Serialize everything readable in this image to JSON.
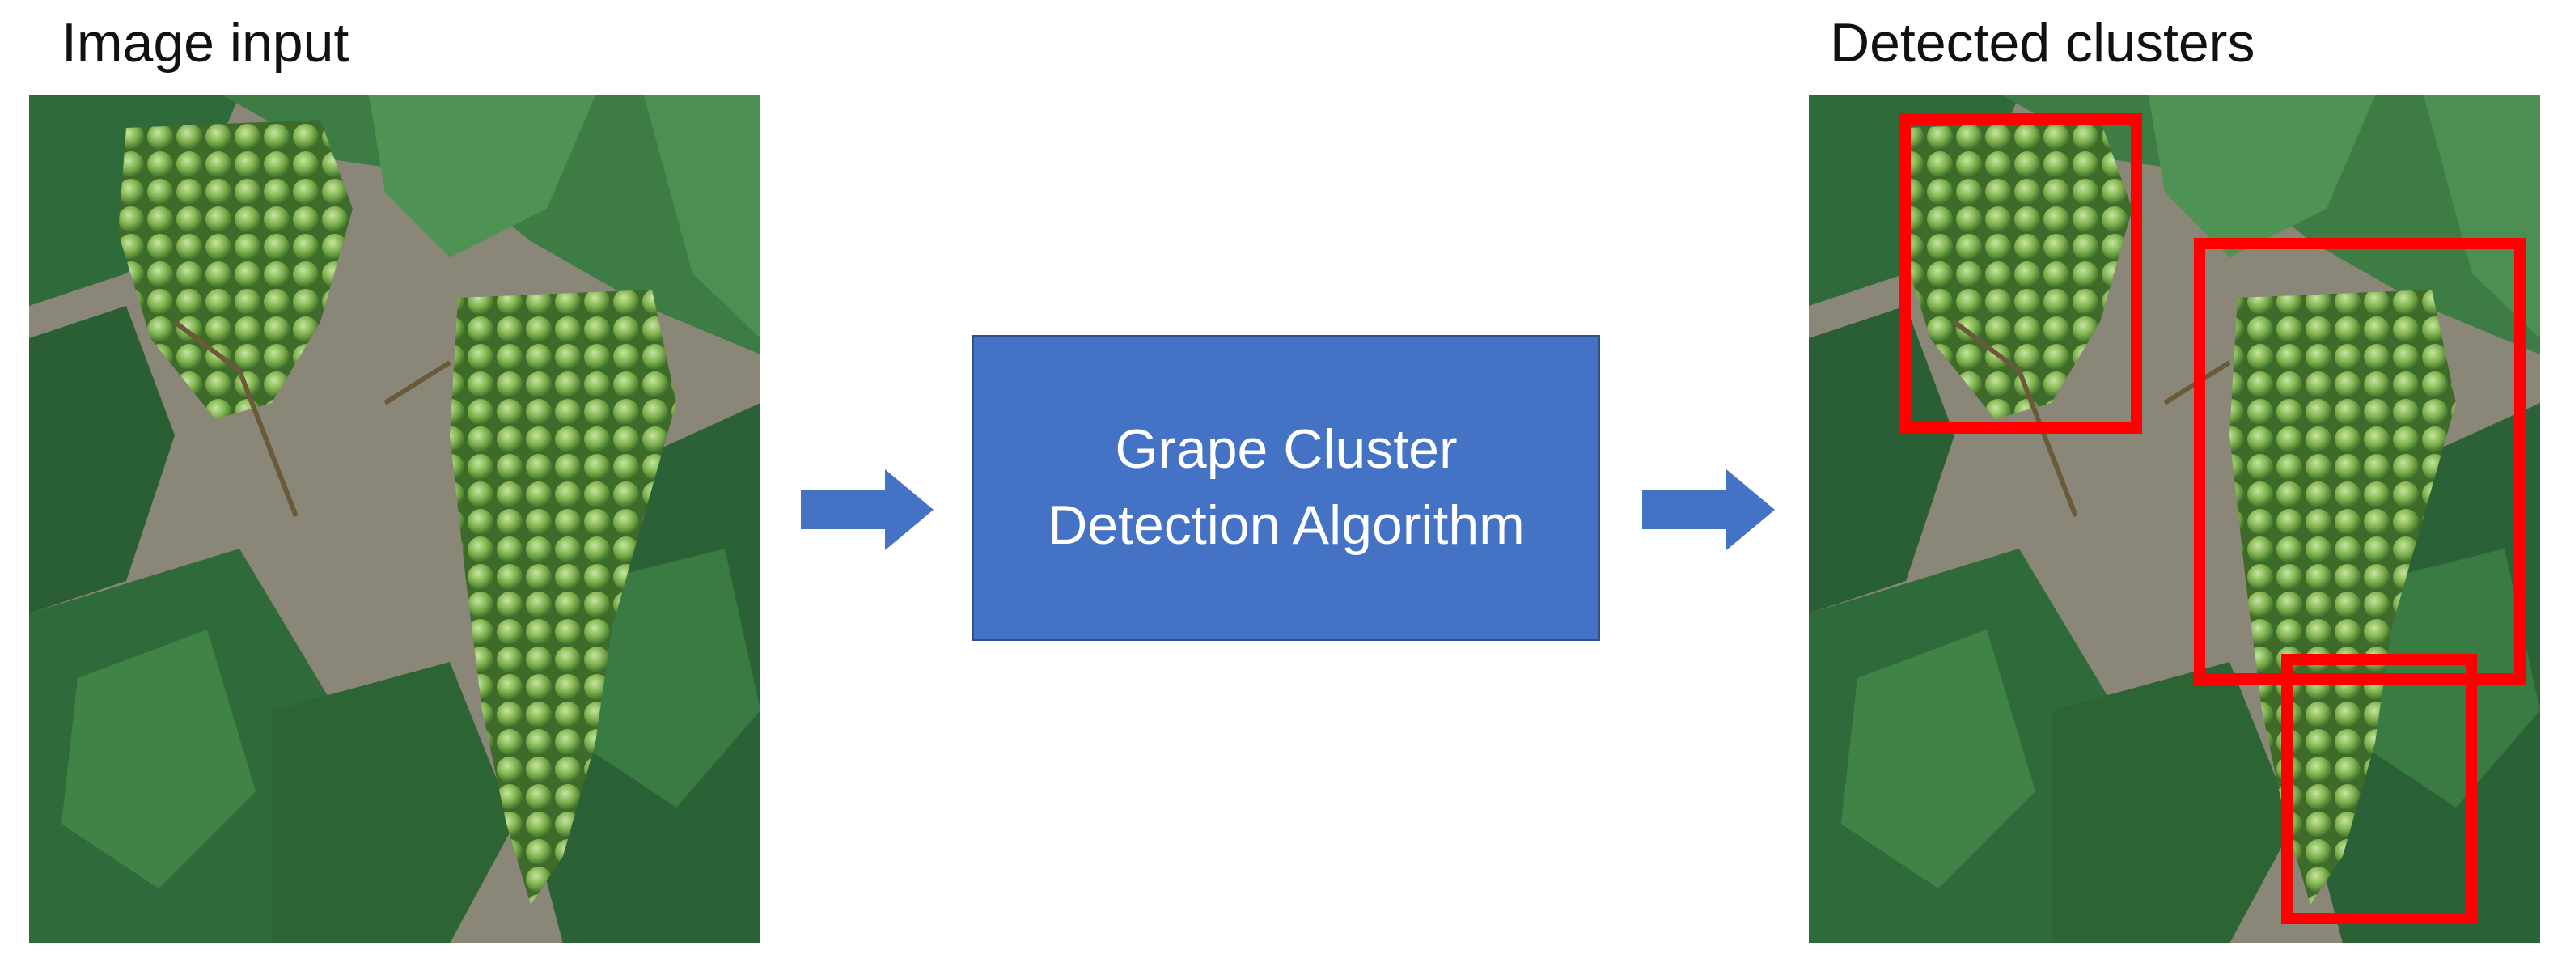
{
  "input_panel": {
    "title": "Image input",
    "image_alt": "Green grape clusters hanging among vine leaves"
  },
  "algorithm": {
    "line1": "Grape Cluster",
    "line2": "Detection Algorithm",
    "color": "#4472c4"
  },
  "output_panel": {
    "title": "Detected clusters",
    "box_color": "#ff0000",
    "detections_count": 3
  },
  "icons": {
    "arrow_1": "right-arrow-icon",
    "arrow_2": "right-arrow-icon"
  }
}
